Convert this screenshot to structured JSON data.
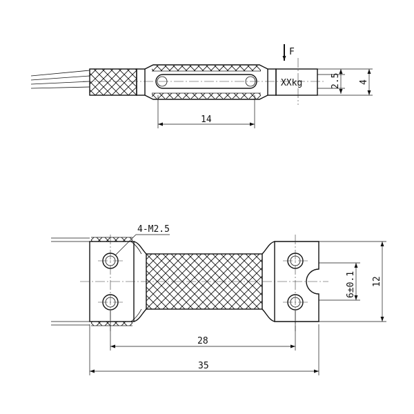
{
  "top_view": {
    "force_label": "F",
    "capacity_label": "XXkg",
    "dim_length": "14",
    "dim_slot_height": "2.5",
    "dim_height": "4"
  },
  "front_view": {
    "thread_label": "4-M2.5",
    "dim_hole_pitch": "28",
    "dim_overall_length": "35",
    "dim_slot_width": "6±0.1",
    "dim_overall_width": "12"
  }
}
